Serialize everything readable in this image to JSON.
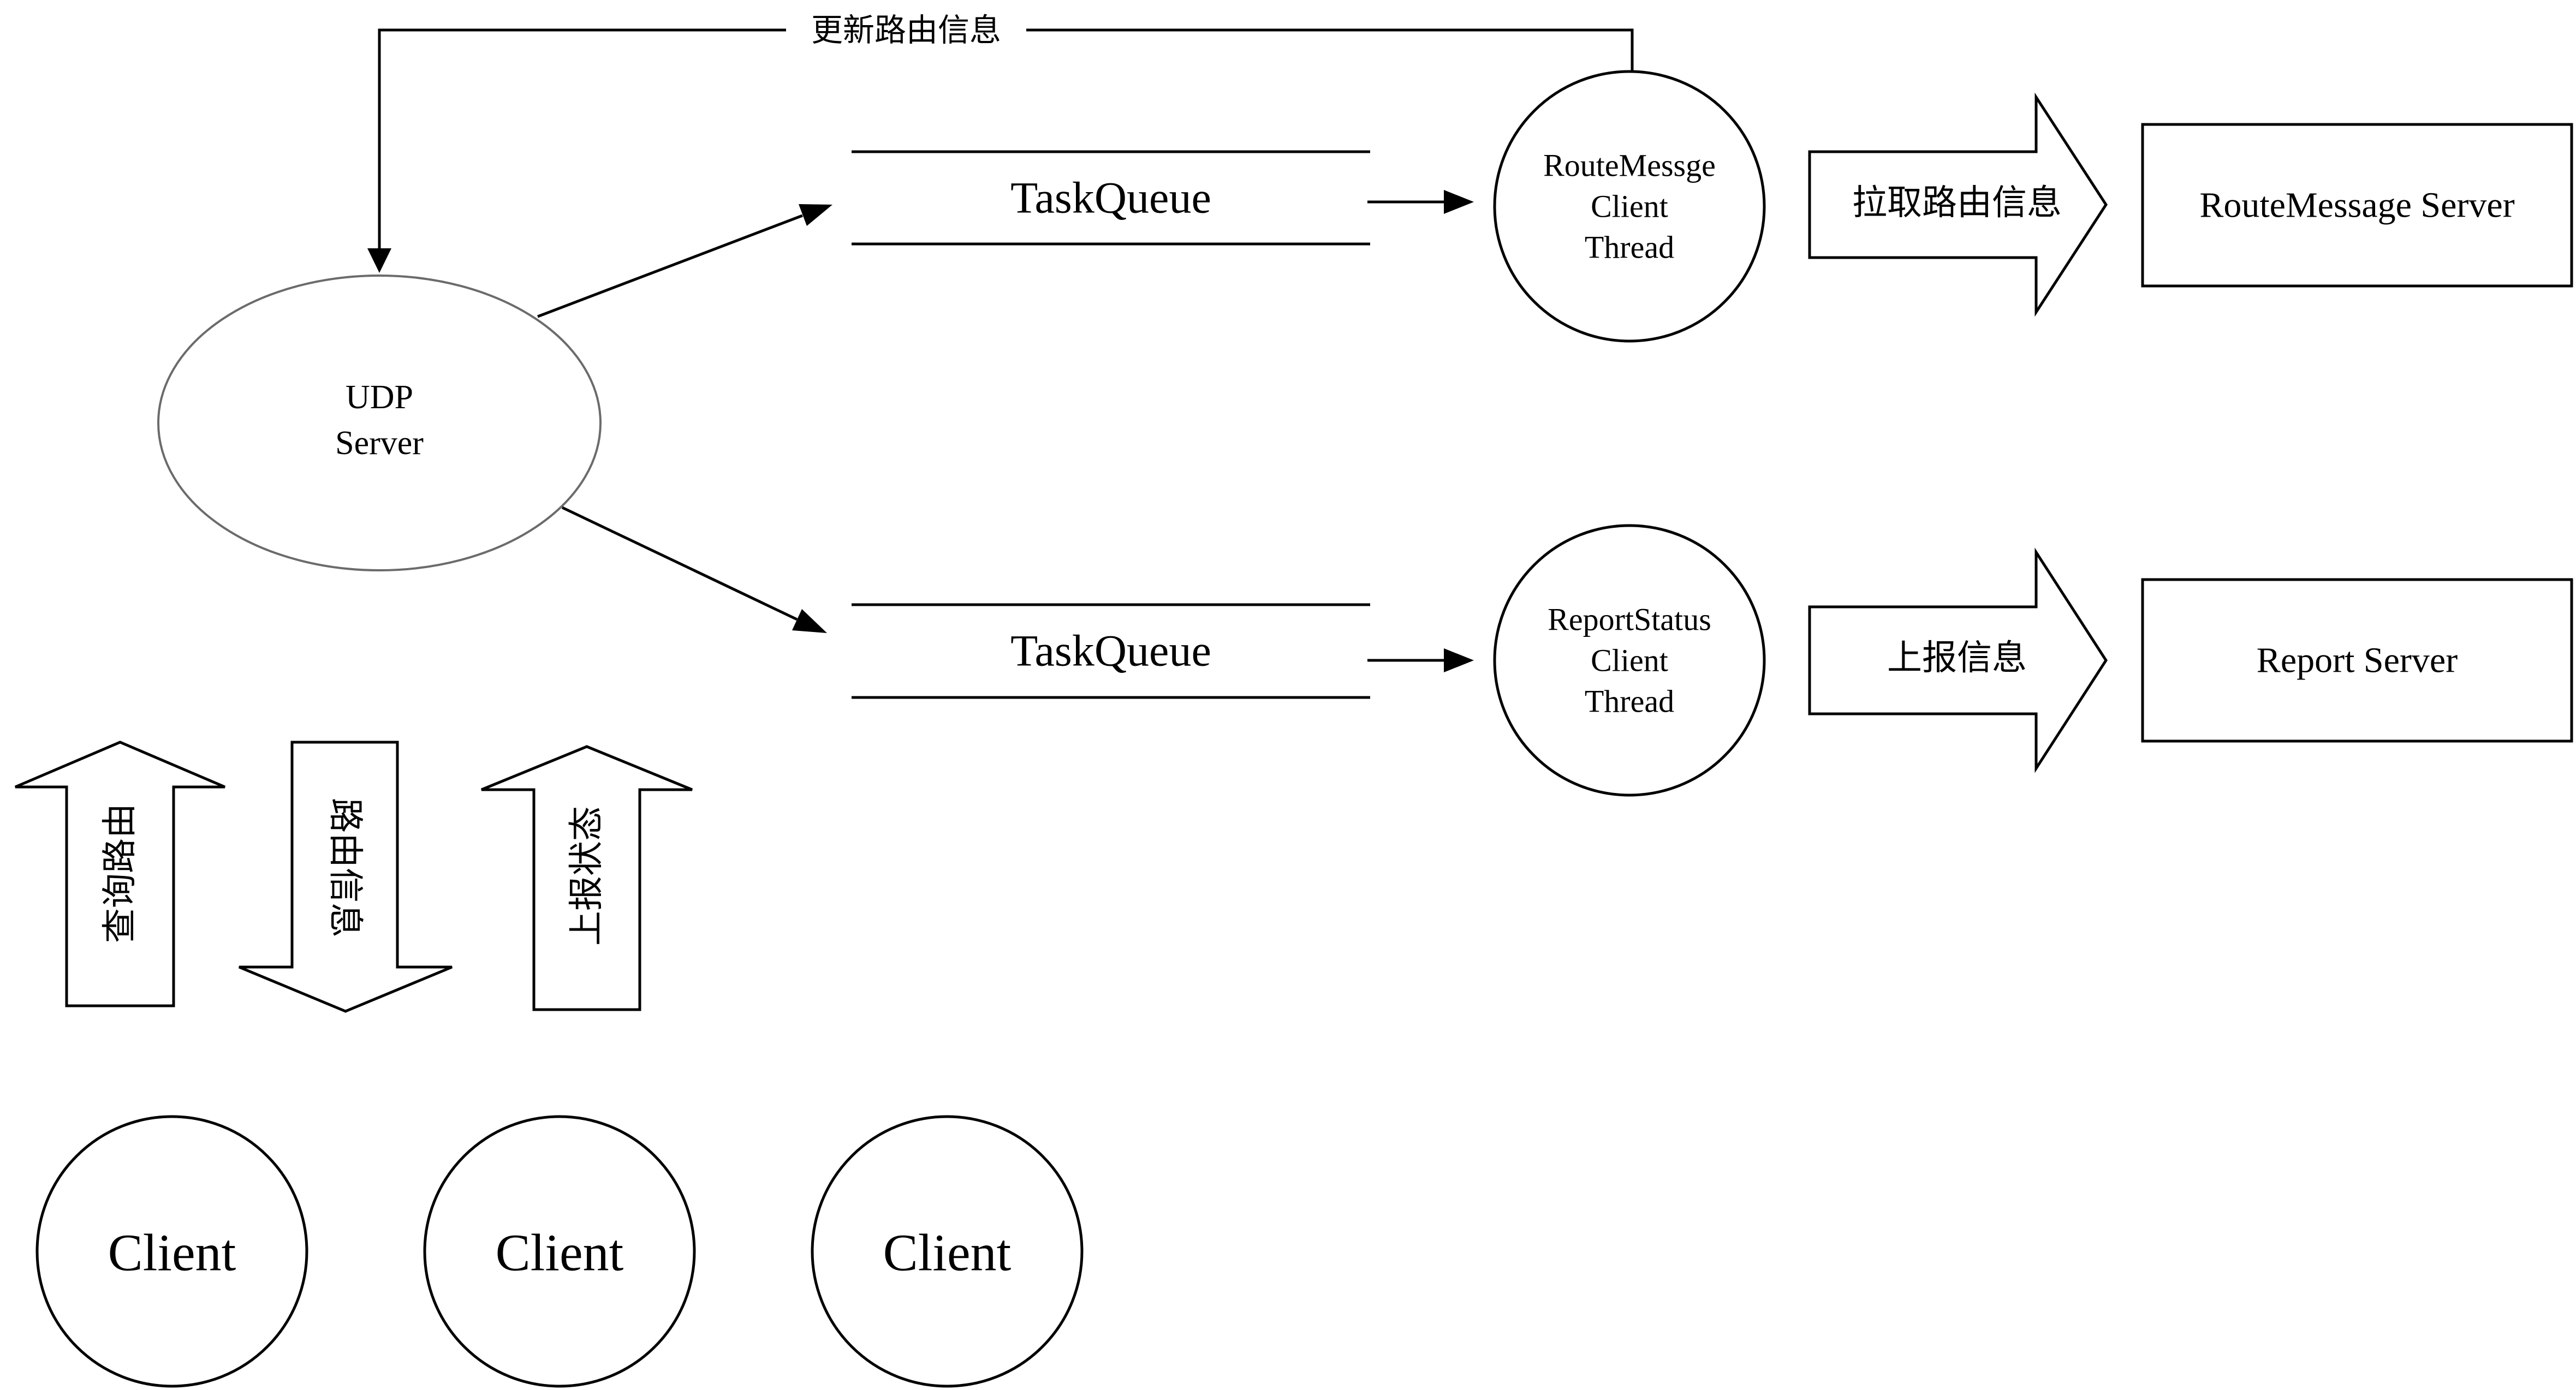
{
  "colors": {
    "stroke": "#000000",
    "fill": "#ffffff",
    "text": "#000000",
    "ellipse_stroke": "#6b6b6b"
  },
  "update_route_label": "更新路由信息",
  "udp_server": {
    "line1": "UDP",
    "line2": "Server"
  },
  "queues": [
    {
      "label": "TaskQueue"
    },
    {
      "label": "TaskQueue"
    }
  ],
  "threads": [
    {
      "line1": "RouteMessge",
      "line2": "Client",
      "line3": "Thread"
    },
    {
      "line1": "ReportStatus",
      "line2": "Client",
      "line3": "Thread"
    }
  ],
  "big_arrows": [
    {
      "label": "拉取路由信息"
    },
    {
      "label": "上报信息"
    }
  ],
  "servers": [
    {
      "label": "RouteMessage Server"
    },
    {
      "label": "Report Server"
    }
  ],
  "client_arrows": [
    {
      "label": "查询路由",
      "direction": "up"
    },
    {
      "label": "路由信息",
      "direction": "down"
    },
    {
      "label": "上报状态",
      "direction": "up"
    }
  ],
  "clients": [
    {
      "label": "Client"
    },
    {
      "label": "Client"
    },
    {
      "label": "Client"
    }
  ]
}
